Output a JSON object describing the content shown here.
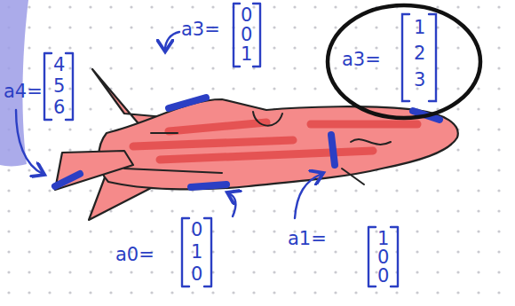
{
  "diagram": {
    "nodes": [
      {
        "text": [
          "a3=",
          "1",
          "2",
          "3"
        ]
      }
    ],
    "labels": [
      "a3=",
      "0",
      "0",
      "1",
      "a4=",
      "4",
      "5",
      "6",
      "a0=",
      "0",
      "1",
      "0",
      "a1=",
      "1",
      "0",
      "0"
    ]
  }
}
